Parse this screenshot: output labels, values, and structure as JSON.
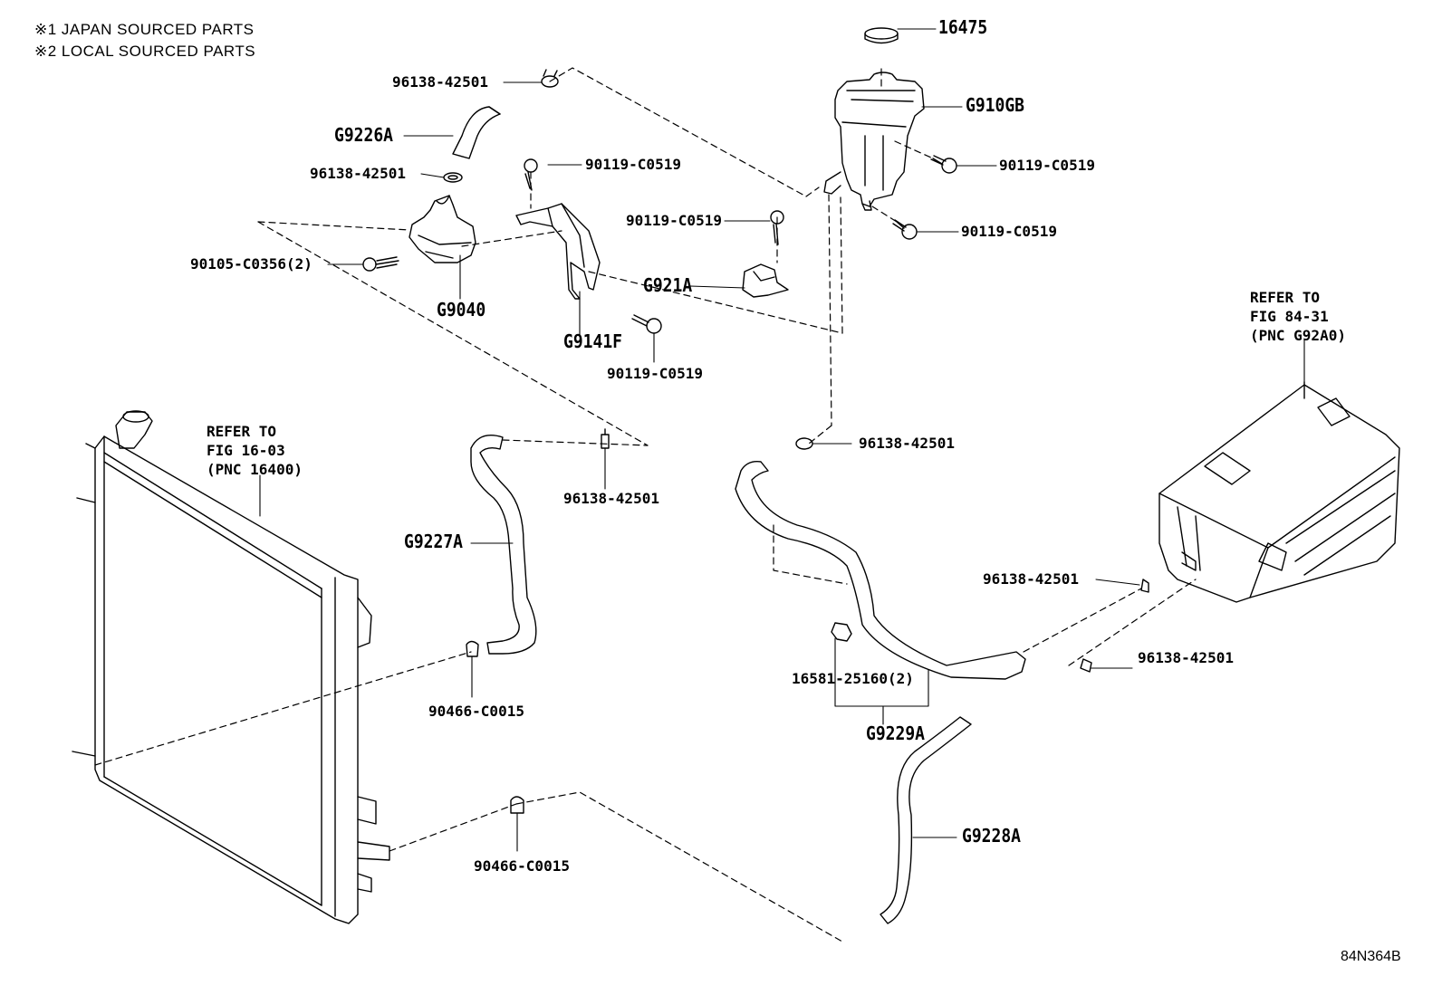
{
  "notes": {
    "note1": "※1 JAPAN SOURCED PARTS",
    "note2": "※2 LOCAL SOURCED PARTS"
  },
  "refs": {
    "radiator": [
      "REFER TO",
      "FIG 16-03",
      "(PNC 16400)"
    ],
    "inverter": [
      "REFER TO",
      "FIG 84-31",
      "(PNC G92A0)"
    ]
  },
  "parts": {
    "p16475": "16475",
    "g910gb": "G910GB",
    "bolt_tank_upper": "90119-C0519",
    "bolt_tank_lower": "90119-C0519",
    "clamp_top": "96138-42501",
    "g9226a": "G9226A",
    "clamp_pump": "96138-42501",
    "bolt_bracket_top": "90119-C0519",
    "bolt_g921a": "90119-C0519",
    "bolt_pump": "90105-C0356(2)",
    "g921a": "G921A",
    "g9040": "G9040",
    "g9141f": "G9141F",
    "bolt_bracket_lower": "90119-C0519",
    "clamp_hose_right": "96138-42501",
    "clamp_g9227a": "96138-42501",
    "g9227a": "G9227A",
    "clamp_inverter_upper": "96138-42501",
    "clamp_inverter_lower": "96138-42501",
    "clip_g9229a": "16581-25160(2)",
    "g9229a": "G9229A",
    "clip_radiator_upper": "90466-C0015",
    "clip_radiator_lower": "90466-C0015",
    "g9228a": "G9228A"
  },
  "figure_code": "84N364B"
}
